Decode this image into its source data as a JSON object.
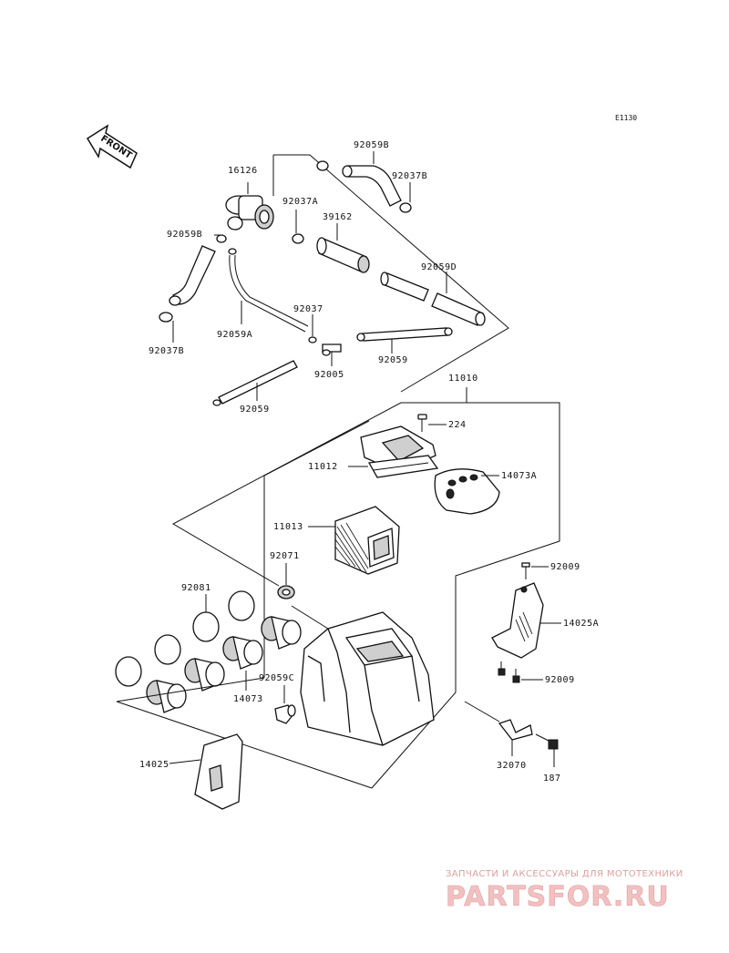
{
  "diagram_code": "E1130",
  "direction_label": "FRONT",
  "parts": {
    "p16126": "16126",
    "p92059B_top": "92059B",
    "p92037B_top": "92037B",
    "p92037A": "92037A",
    "p39162": "39162",
    "p92059B_left": "92059B",
    "p92059D": "92059D",
    "p92037": "92037",
    "p92059A": "92059A",
    "p92037B_left": "92037B",
    "p92005": "92005",
    "p92059_right": "92059",
    "p92059_bottom": "92059",
    "p11010": "11010",
    "p224": "224",
    "p11012": "11012",
    "p14073A": "14073A",
    "p11013": "11013",
    "p92071": "92071",
    "p92009_top": "92009",
    "p92081": "92081",
    "p14025A": "14025A",
    "p92009_bottom": "92009",
    "p92059C": "92059C",
    "p14073": "14073",
    "p14025": "14025",
    "p32070": "32070",
    "p187": "187"
  },
  "watermark": {
    "tagline": "ЗАПЧАСТИ И АКСЕССУАРЫ ДЛЯ МОТОТЕХНИКИ",
    "brand": "PARTSFOR.RU"
  }
}
